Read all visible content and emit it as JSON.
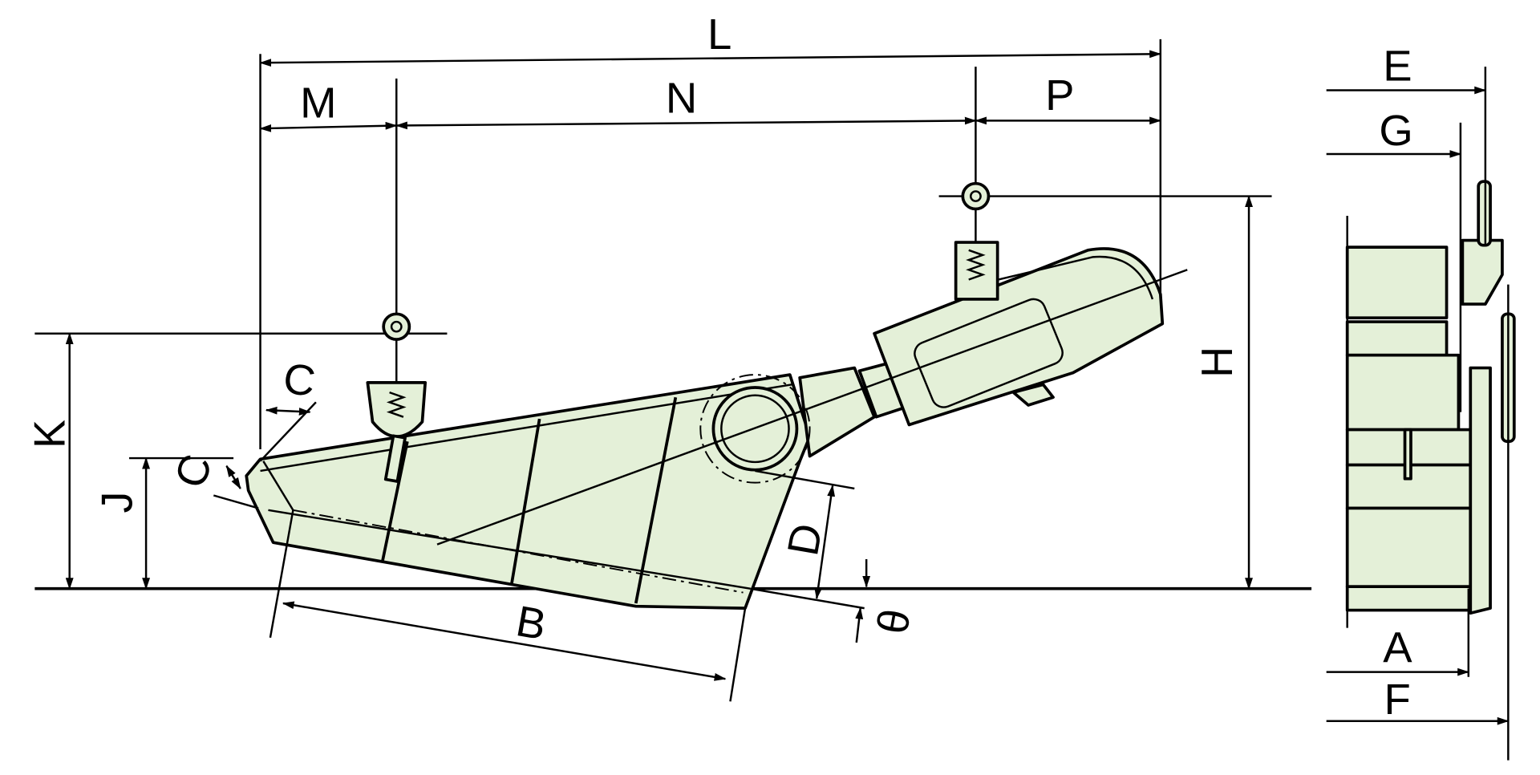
{
  "title": "Vibratory feeder dimension drawing",
  "colors": {
    "body_fill": "#e4f0d8",
    "line": "#000000"
  },
  "labels": {
    "L": "L",
    "M": "M",
    "N": "N",
    "P": "P",
    "C1": "C",
    "C2": "C",
    "K": "K",
    "J": "J",
    "D": "D",
    "B": "B",
    "theta": "θ",
    "H": "H",
    "E": "E",
    "G": "G",
    "A": "A",
    "F": "F"
  }
}
